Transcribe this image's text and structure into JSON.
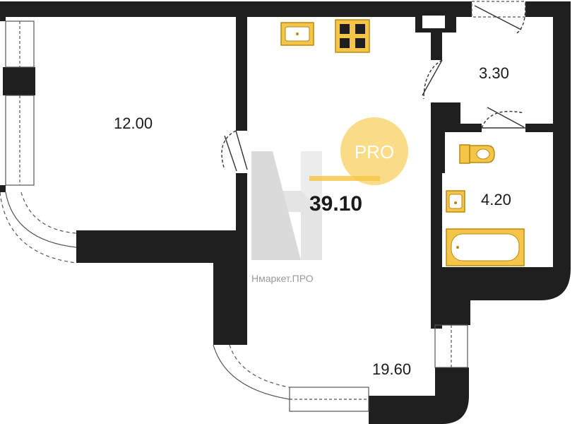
{
  "rooms": {
    "living_room": {
      "area": "12.00"
    },
    "main_room": {
      "area": "19.60"
    },
    "storage": {
      "area": "3.30"
    },
    "bathroom": {
      "area": "4.20"
    }
  },
  "total_area": "39.10",
  "watermark": {
    "badge": "PRO",
    "brand": "Нмаркет.ПРО",
    "badge_color": "#f9d77a",
    "logo_color": "#cfcfcf"
  },
  "colors": {
    "wall": "#1f1f1f",
    "fixture_fill": "#f5c54a",
    "fixture_stroke": "#b88a10"
  }
}
